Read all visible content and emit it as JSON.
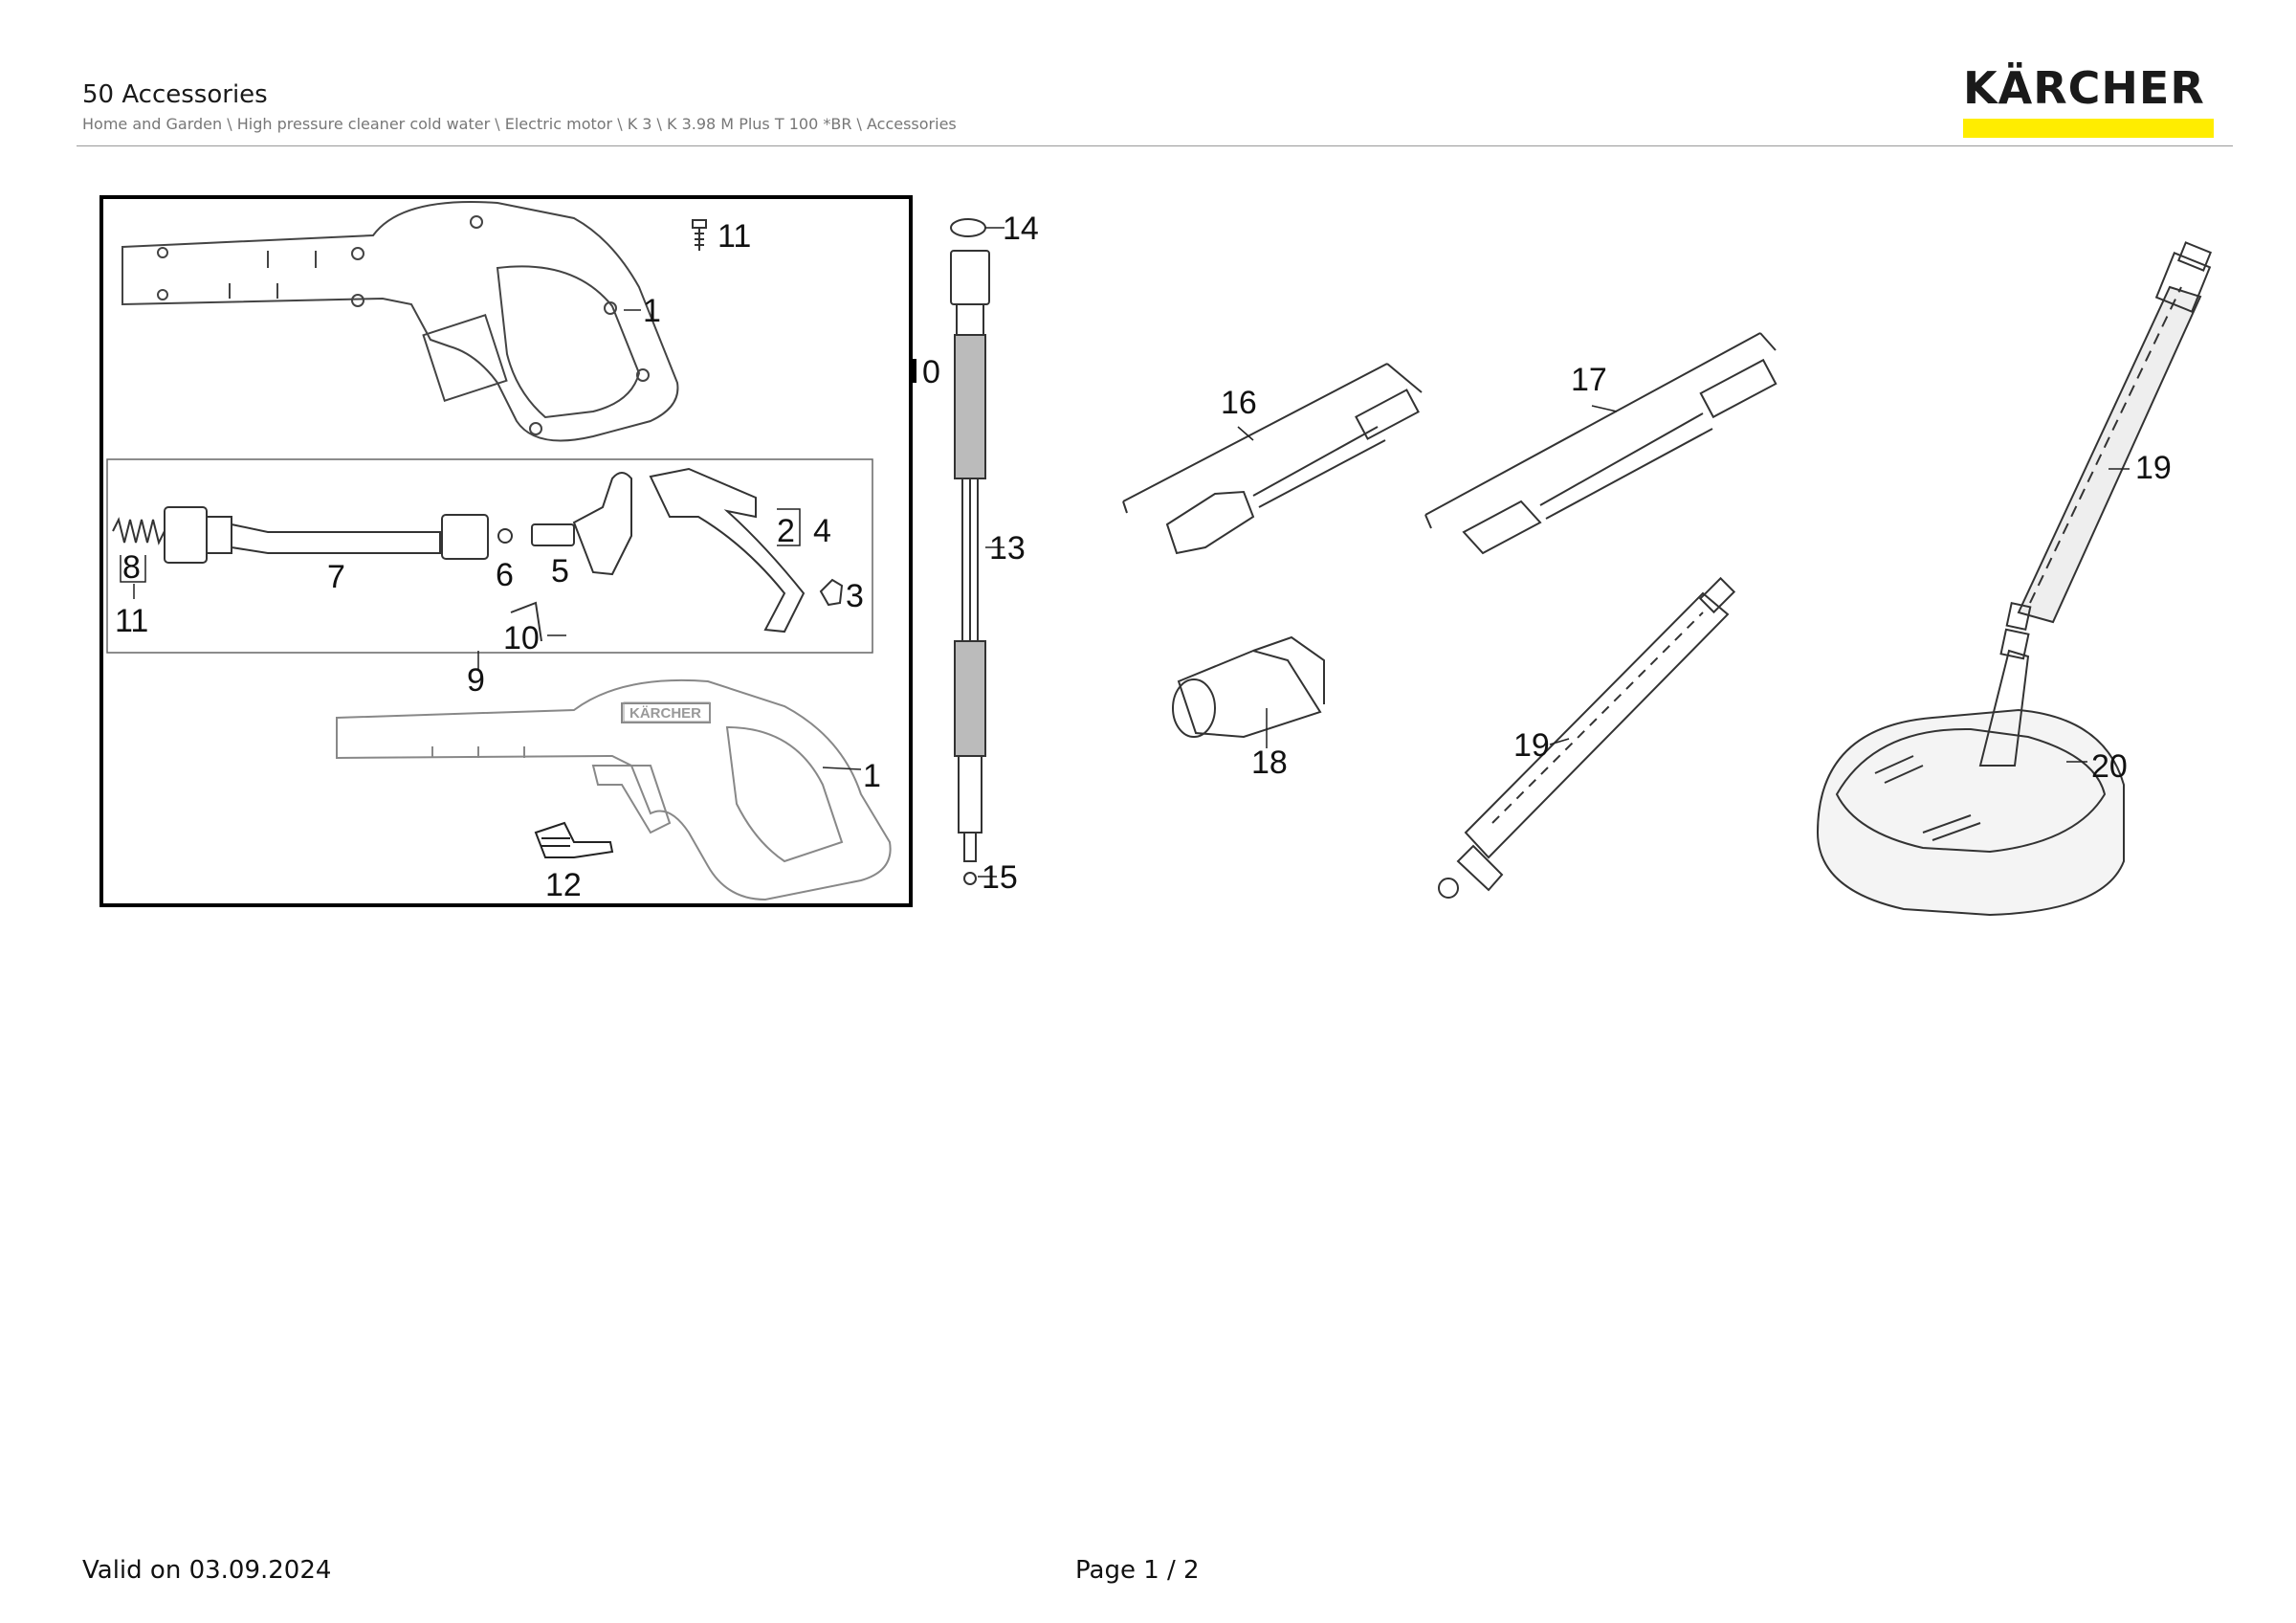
{
  "header": {
    "title": "50 Accessories",
    "breadcrumb": "Home and Garden \\ High pressure cleaner cold water \\ Electric motor \\ K 3 \\ K 3.98 M Plus T 100 *BR \\ Accessories"
  },
  "brand": {
    "logo_text": "KÄRCHER",
    "accent_color": "#ffed00"
  },
  "drawing": {
    "gun_badge_text": "KÄRCHER",
    "callouts": {
      "c0": "0",
      "c1a": "1",
      "c1b": "1",
      "c2_4": "2",
      "c4": "4",
      "c3": "3",
      "c5": "5",
      "c6": "6",
      "c7": "7",
      "c8": "8",
      "c9": "9",
      "c10": "10",
      "c11a": "11",
      "c11b": "11",
      "c12": "12",
      "c13": "13",
      "c14": "14",
      "c15": "15",
      "c16": "16",
      "c17": "17",
      "c18": "18",
      "c19a": "19",
      "c19b": "19",
      "c20": "20"
    }
  },
  "footer": {
    "valid_on": "Valid on 03.09.2024",
    "page": "Page 1 / 2"
  }
}
